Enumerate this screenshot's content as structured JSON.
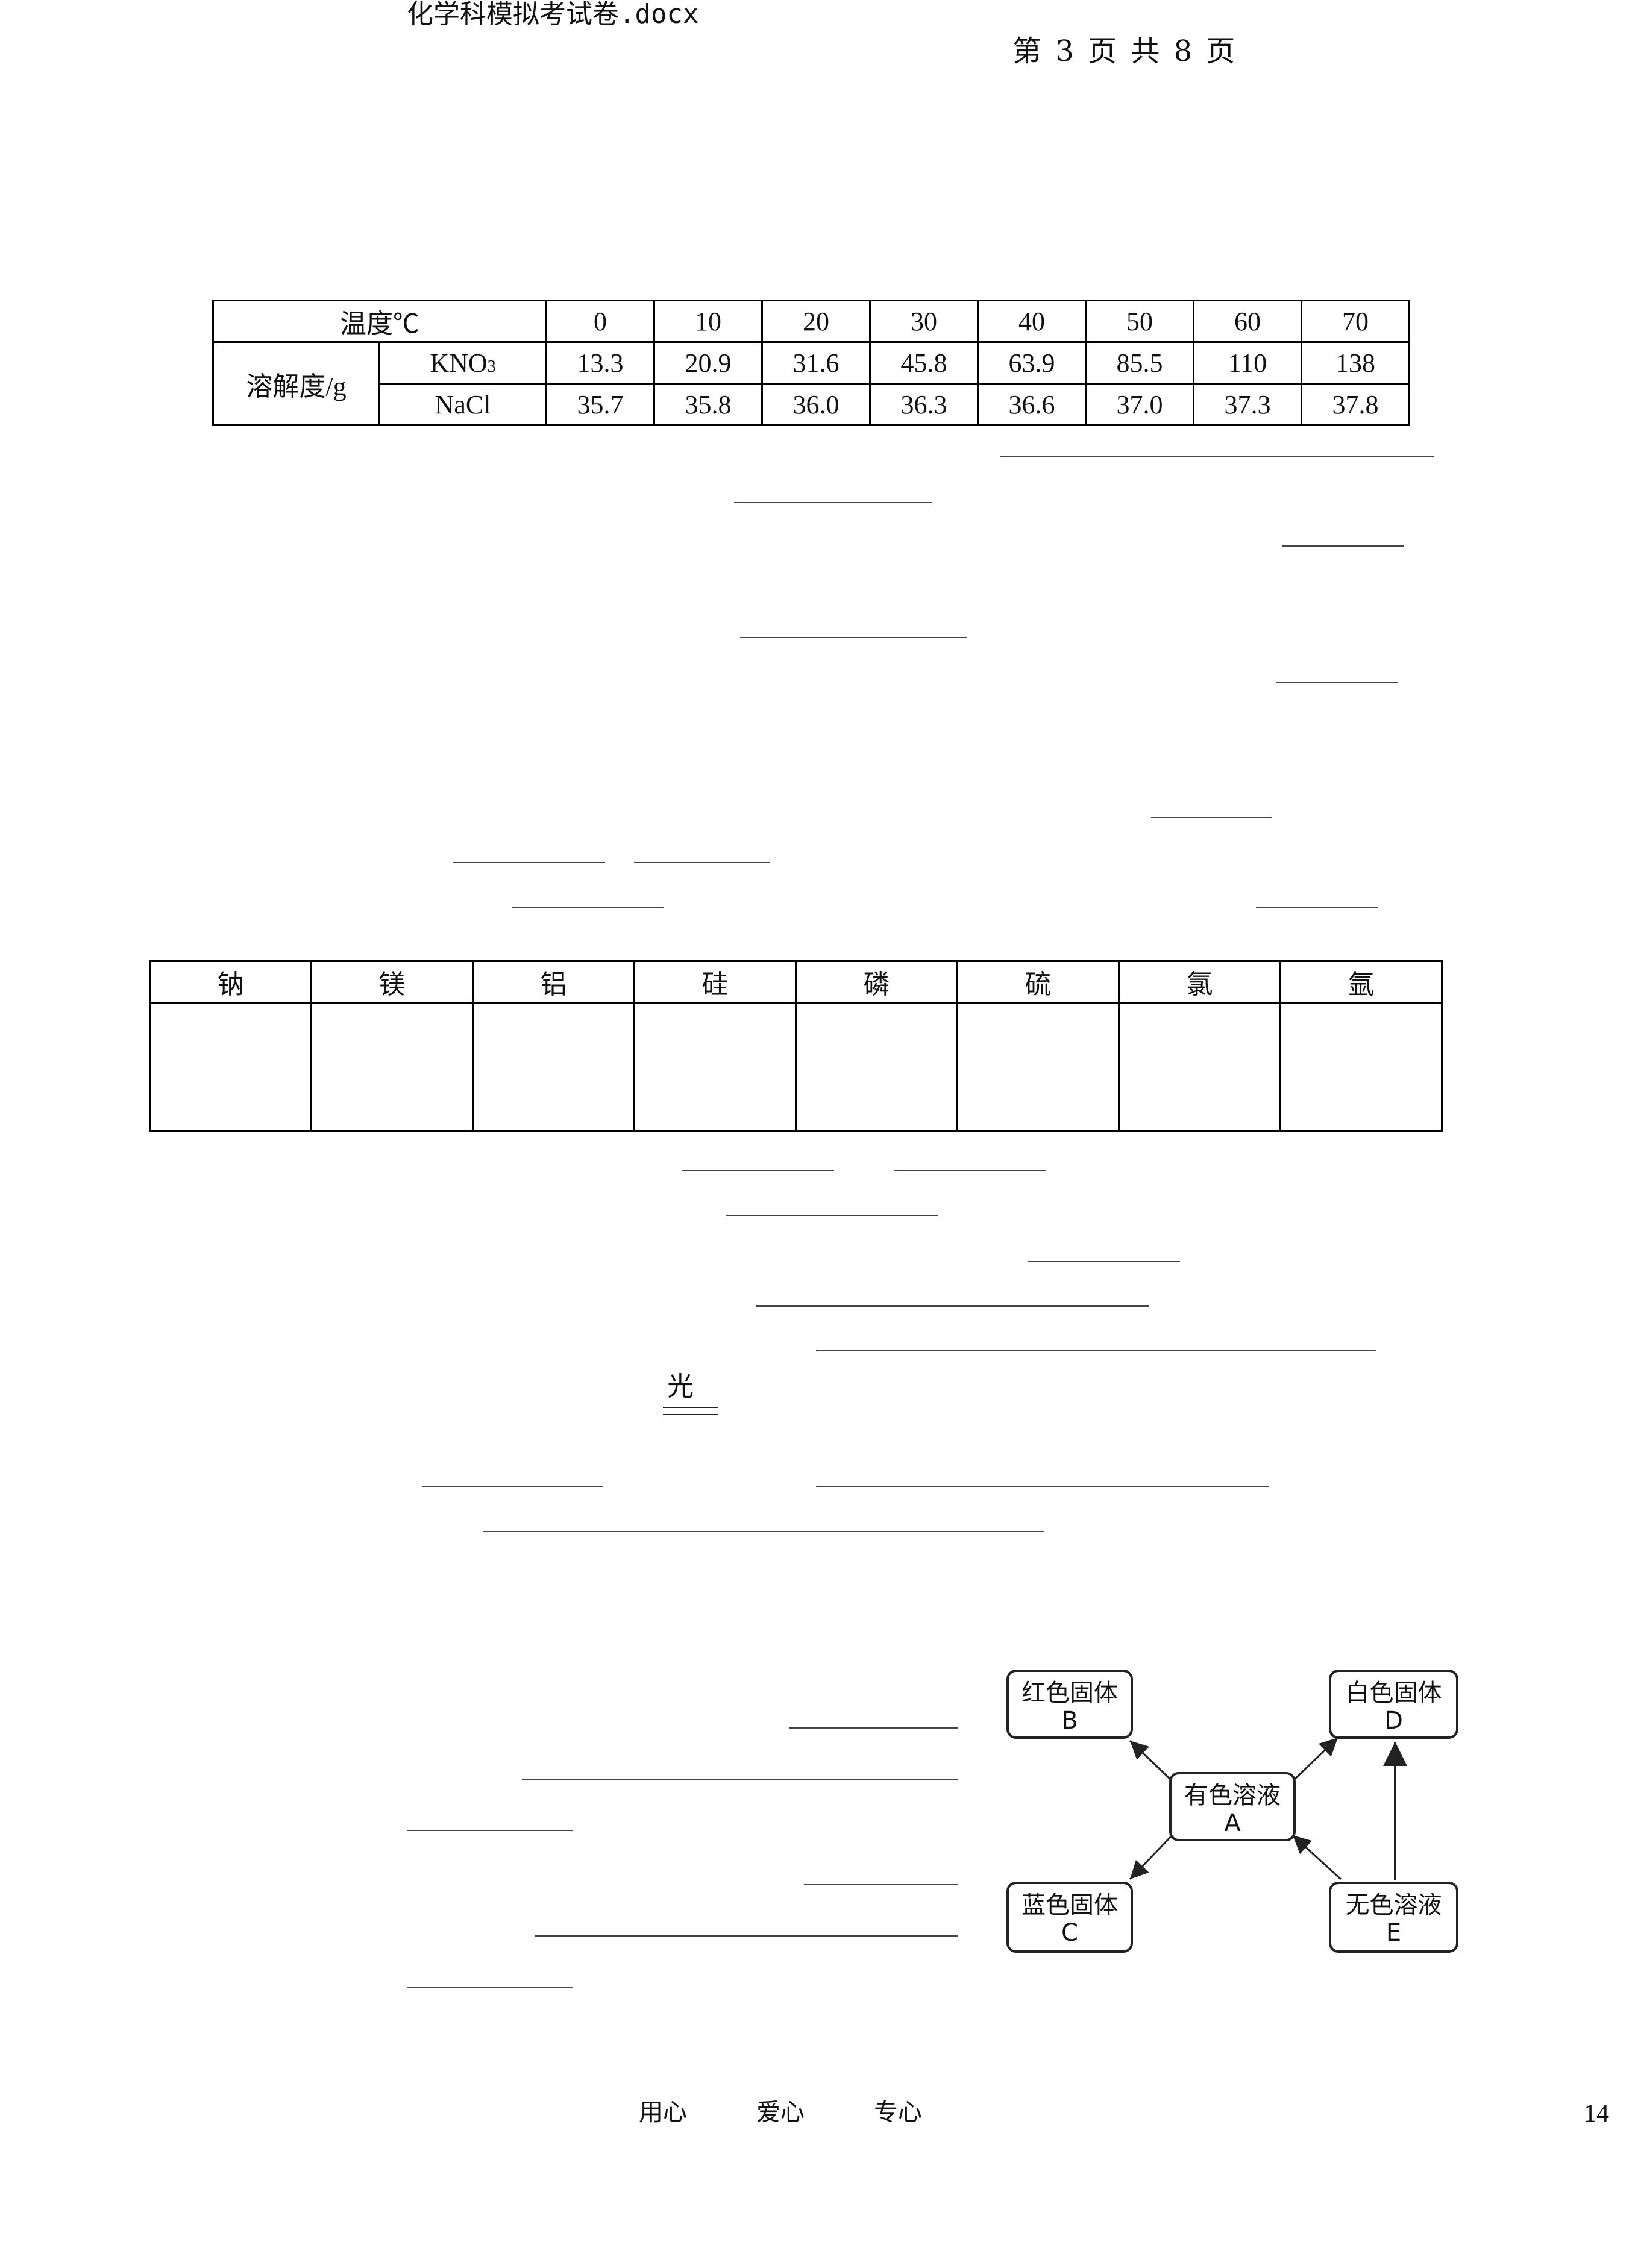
{
  "header": {
    "filename": "化学科模拟考试卷.docx",
    "page_indicator": "第 3 页 共 8 页"
  },
  "solubility_table": {
    "temp_label": "温度℃",
    "row_label": "溶解度/g",
    "temps": [
      "0",
      "10",
      "20",
      "30",
      "40",
      "50",
      "60",
      "70"
    ],
    "kno3": {
      "name": "KNO",
      "sub": "3",
      "values": [
        "13.3",
        "20.9",
        "31.6",
        "45.8",
        "63.9",
        "85.5",
        "110",
        "138"
      ]
    },
    "nacl": {
      "name": "NaCl",
      "values": [
        "35.7",
        "35.8",
        "36.0",
        "36.3",
        "36.6",
        "37.0",
        "37.3",
        "37.8"
      ]
    }
  },
  "element_table": {
    "elements": [
      "钠",
      "镁",
      "铝",
      "硅",
      "磷",
      "硫",
      "氯",
      "氩"
    ]
  },
  "reaction_condition": "光",
  "diagram": {
    "A": {
      "label": "有色溶液",
      "letter": "A"
    },
    "B": {
      "label": "红色固体",
      "letter": "B"
    },
    "C": {
      "label": "蓝色固体",
      "letter": "C"
    },
    "D": {
      "label": "白色固体",
      "letter": "D"
    },
    "E": {
      "label": "无色溶液",
      "letter": "E"
    }
  },
  "footer": {
    "motto_1": "用心",
    "motto_2": "爱心",
    "motto_3": "专心",
    "page_number": "14"
  }
}
